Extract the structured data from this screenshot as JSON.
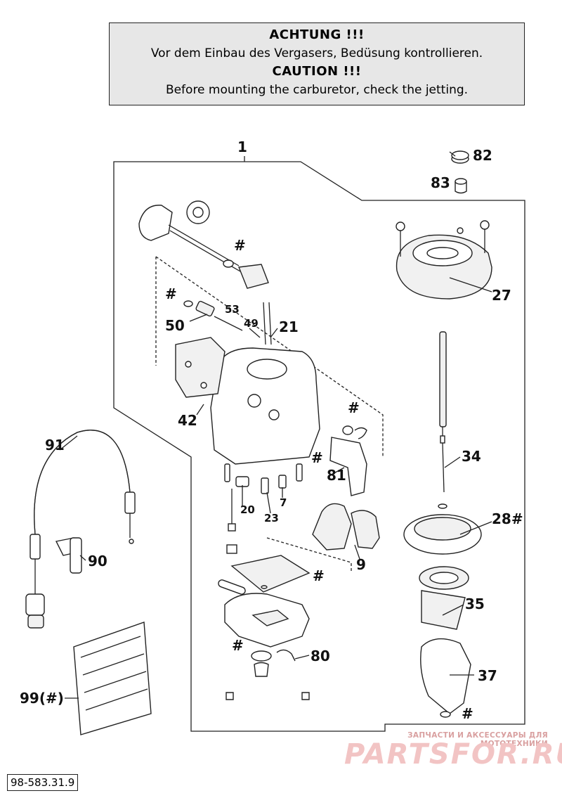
{
  "notice": {
    "heading_de": "ACHTUNG !!!",
    "text_de": "Vor dem Einbau des Vergasers, Bedüsung kontrollieren.",
    "heading_en": "CAUTION !!!",
    "text_en": "Before mounting the carburetor, check the jetting."
  },
  "labels": {
    "p1": "1",
    "p82": "82",
    "p83": "83",
    "p27": "27",
    "p34": "34",
    "p28": "28#",
    "p35": "35",
    "p37": "37",
    "p50": "50",
    "p53": "53",
    "p49": "49",
    "p21": "21",
    "p42": "42",
    "p81": "81",
    "p20": "20",
    "p23": "23",
    "p7": "7",
    "p9": "9",
    "p80": "80",
    "p91": "91",
    "p90": "90",
    "p99": "99(#)",
    "hash": "#"
  },
  "watermark": {
    "tagline": "ЗАПЧАСТИ И АКСЕССУАРЫ ДЛЯ МОТОТЕХНИКИ",
    "logo": "PARTSFOR.RU"
  },
  "reference": "98-583.31.9"
}
